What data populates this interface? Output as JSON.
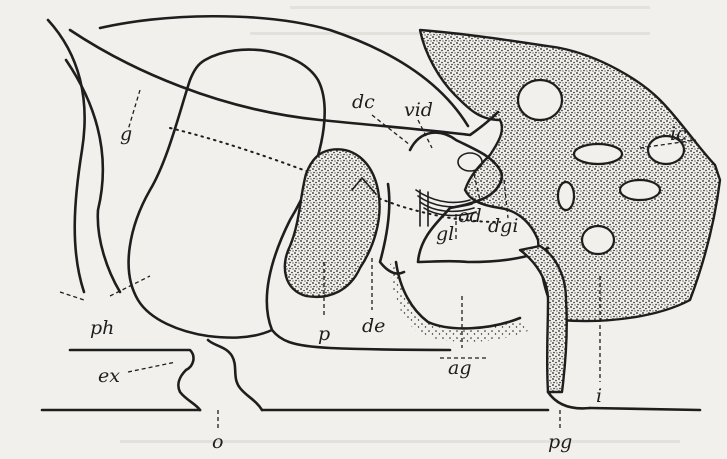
{
  "figure": {
    "labels": {
      "dc": "dc",
      "vid": "vid",
      "g": "g",
      "ic": "ic",
      "od": "od",
      "dgi": "dgi",
      "gl": "gl",
      "ph": "ph",
      "p": "p",
      "de": "de",
      "ag": "ag",
      "ex": "ex",
      "i": "i",
      "o": "o",
      "pg": "pg"
    },
    "colors": {
      "paper": "#f1f0ec",
      "ink": "#1e1e1e",
      "bleed_through": "#c9c6bf"
    }
  }
}
